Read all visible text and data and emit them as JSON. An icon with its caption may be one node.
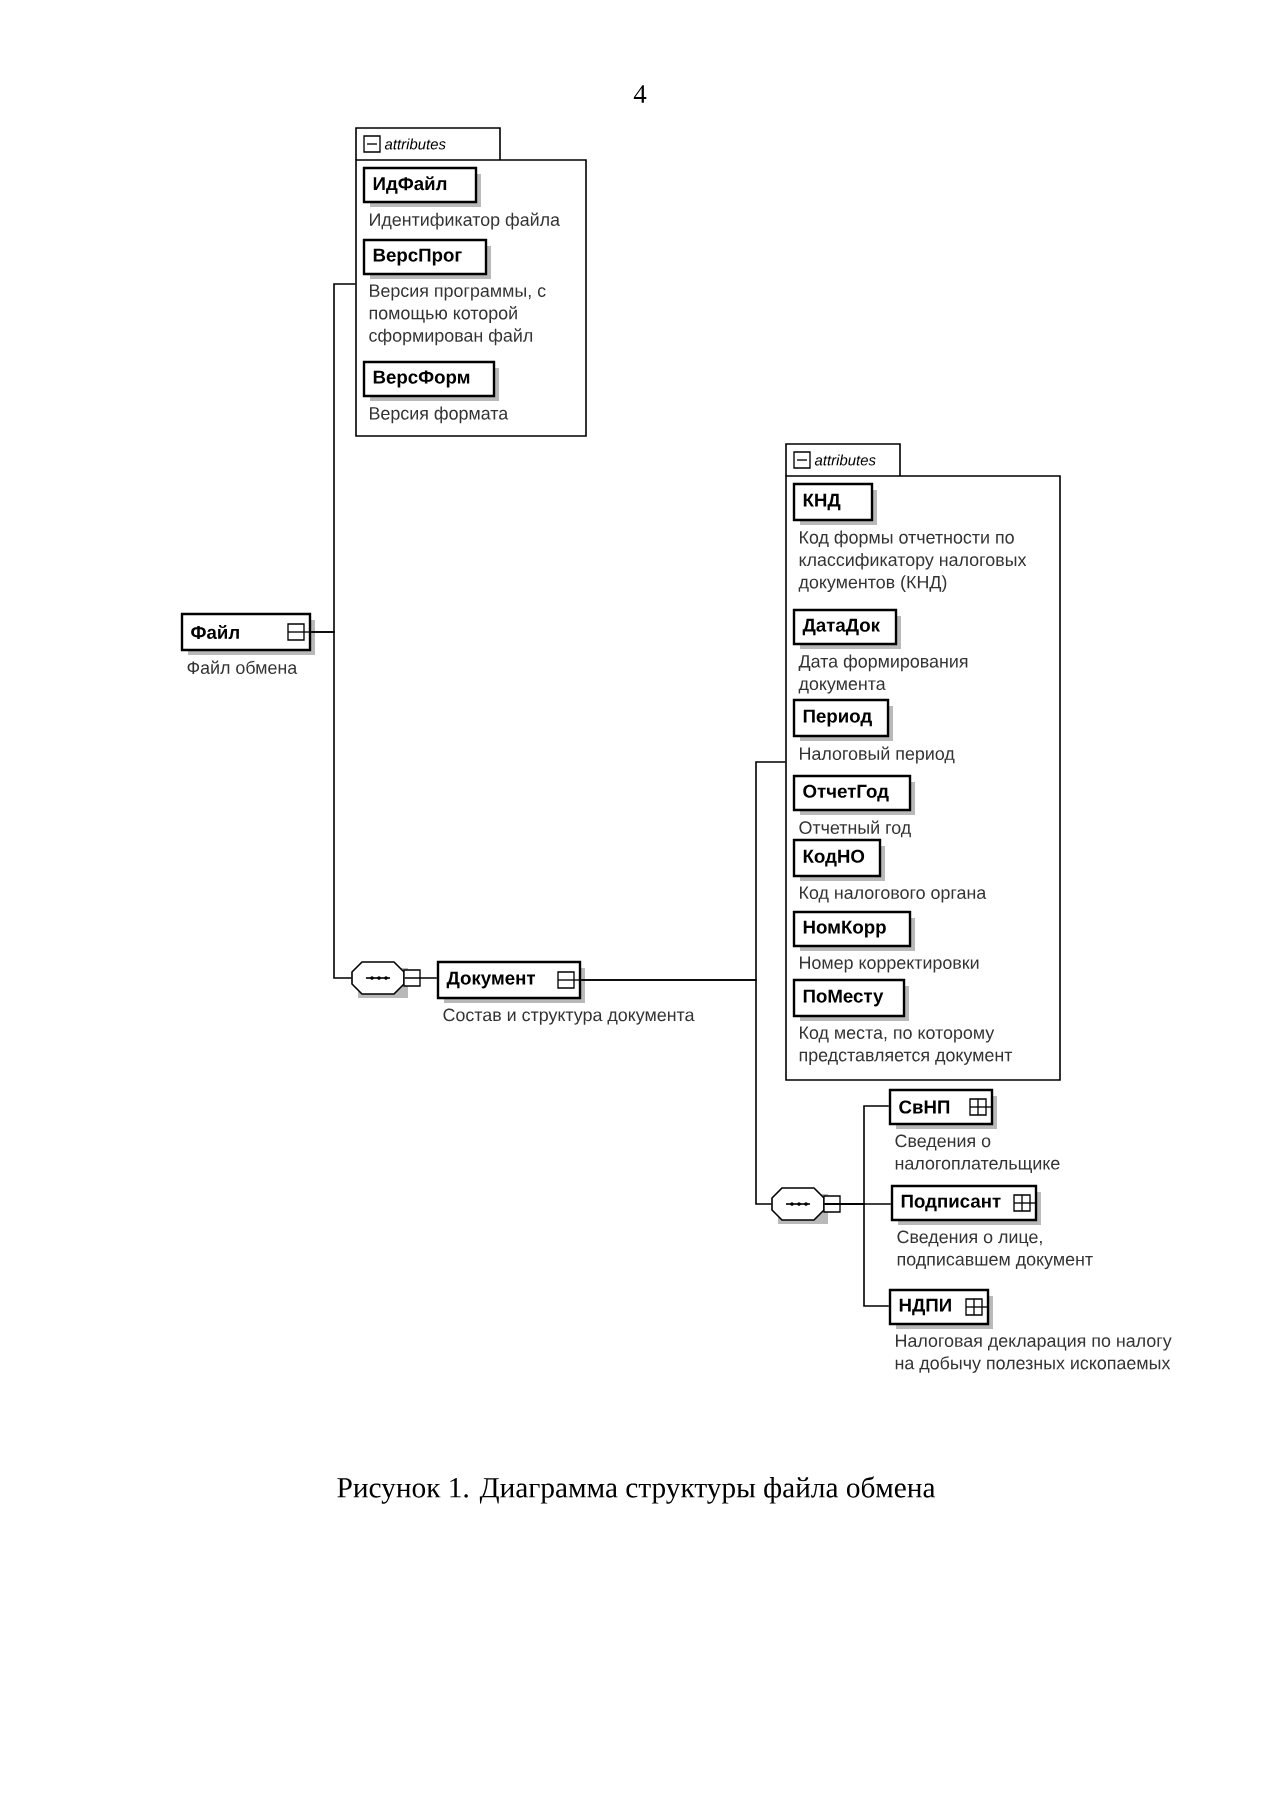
{
  "diagram": {
    "caption": "Рисунок 1. Диаграмма структуры файла обмена",
    "nodes": [
      {
        "text": [
          "Файл"
        ],
        "beside": [
          "Файл обмена"
        ]
      },
      {
        "text": [
          "attributes"
        ]
      },
      {
        "text": [],
        "shape": "box"
      },
      {
        "text": [
          "ИдФайл"
        ],
        "beside": [
          "Идентификатор файла"
        ],
        "in": 2
      },
      {
        "text": [
          "ВерсПрог"
        ],
        "beside": [
          "Версия программы, с помощью которой сформирован файл"
        ],
        "in": 2
      },
      {
        "text": [
          "ВерсФорм"
        ],
        "beside": [
          "Версия формата"
        ],
        "in": 2
      },
      {
        "text": [],
        "shape": "octagon"
      },
      {
        "text": [
          "Документ"
        ],
        "beside": [
          "Состав и структура документа"
        ]
      },
      {
        "text": [
          "attributes"
        ]
      },
      {
        "text": [],
        "shape": "box"
      },
      {
        "text": [
          "КНД"
        ],
        "beside": [
          "Код формы отчетности по классификатору налоговых документов (КНД)"
        ],
        "in": 9
      },
      {
        "text": [
          "ДатаДок"
        ],
        "beside": [
          "Дата формирования документа"
        ],
        "in": 9
      },
      {
        "text": [
          "Период"
        ],
        "beside": [
          "Налоговый период"
        ],
        "in": 9
      },
      {
        "text": [
          "ОтчетГод"
        ],
        "beside": [
          "Отчетный год"
        ],
        "in": 9
      },
      {
        "text": [
          "КодНО"
        ],
        "beside": [
          "Код налогового органа"
        ],
        "in": 9
      },
      {
        "text": [
          "НомКорр"
        ],
        "beside": [
          "Номер корректировки"
        ],
        "in": 9
      },
      {
        "text": [
          "ПоМесту"
        ],
        "beside": [
          "Код места, по которому представляется документ"
        ],
        "in": 9
      },
      {
        "text": [],
        "shape": "octagon"
      },
      {
        "text": [
          "СвНП"
        ],
        "beside": [
          "Сведения о налогоплательщике"
        ]
      },
      {
        "text": [
          "Подписант"
        ],
        "beside": [
          "Сведения о лице, подписавшем документ"
        ]
      },
      {
        "text": [
          "НДПИ"
        ],
        "beside": [
          "Налоговая декларация по налогу на добычу полезных ископаемых"
        ]
      }
    ],
    "edges": [
      {
        "from": 0,
        "to": 2,
        "arrow": "none"
      },
      {
        "from": 0,
        "to": 6,
        "arrow": "none"
      },
      {
        "from": 6,
        "to": 7,
        "arrow": "none"
      },
      {
        "from": 7,
        "to": 9,
        "arrow": "none"
      },
      {
        "from": 7,
        "to": 17,
        "arrow": "none"
      },
      {
        "from": 17,
        "to": 18,
        "arrow": "none"
      },
      {
        "from": 17,
        "to": 19,
        "arrow": "none"
      },
      {
        "from": 17,
        "to": 20,
        "arrow": "none"
      }
    ],
    "labels": [
      "4"
    ]
  }
}
